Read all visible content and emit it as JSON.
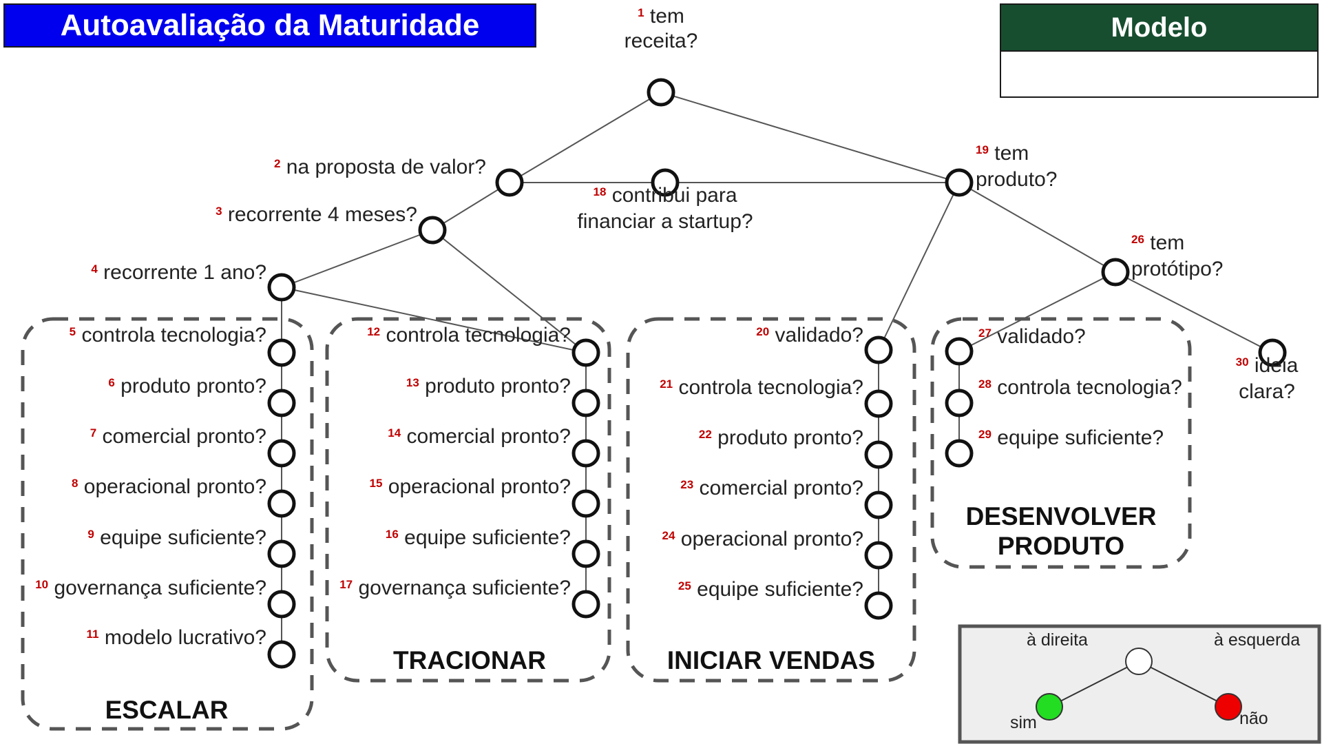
{
  "title": "Autoavaliação da Maturidade",
  "model": {
    "header": "Modelo",
    "value": ""
  },
  "colors": {
    "title_bg": "#0000ee",
    "model_header_bg": "#174e30",
    "number": "#c00000",
    "edge": "#555555",
    "group_border": "#555555",
    "legend_bg": "#eeeeee",
    "yes": "#22dd22",
    "no": "#ee0000"
  },
  "nodes": [
    {
      "id": 1,
      "lines": [
        "tem",
        "receita?"
      ]
    },
    {
      "id": 2,
      "lines": [
        "na proposta de valor?"
      ]
    },
    {
      "id": 3,
      "lines": [
        "recorrente 4 meses?"
      ]
    },
    {
      "id": 4,
      "lines": [
        "recorrente 1 ano?"
      ]
    },
    {
      "id": 5,
      "lines": [
        "controla tecnologia?"
      ]
    },
    {
      "id": 6,
      "lines": [
        "produto pronto?"
      ]
    },
    {
      "id": 7,
      "lines": [
        "comercial pronto?"
      ]
    },
    {
      "id": 8,
      "lines": [
        "operacional pronto?"
      ]
    },
    {
      "id": 9,
      "lines": [
        "equipe suficiente?"
      ]
    },
    {
      "id": 10,
      "lines": [
        "governança suficiente?"
      ]
    },
    {
      "id": 11,
      "lines": [
        "modelo lucrativo?"
      ]
    },
    {
      "id": 12,
      "lines": [
        "controla tecnologia?"
      ]
    },
    {
      "id": 13,
      "lines": [
        "produto pronto?"
      ]
    },
    {
      "id": 14,
      "lines": [
        "comercial pronto?"
      ]
    },
    {
      "id": 15,
      "lines": [
        "operacional pronto?"
      ]
    },
    {
      "id": 16,
      "lines": [
        "equipe suficiente?"
      ]
    },
    {
      "id": 17,
      "lines": [
        "governança suficiente?"
      ]
    },
    {
      "id": 18,
      "lines": [
        "contribui para",
        "financiar a startup?"
      ]
    },
    {
      "id": 19,
      "lines": [
        "tem",
        "produto?"
      ]
    },
    {
      "id": 20,
      "lines": [
        "validado?"
      ]
    },
    {
      "id": 21,
      "lines": [
        "controla tecnologia?"
      ]
    },
    {
      "id": 22,
      "lines": [
        "produto pronto?"
      ]
    },
    {
      "id": 23,
      "lines": [
        "comercial pronto?"
      ]
    },
    {
      "id": 24,
      "lines": [
        "operacional pronto?"
      ]
    },
    {
      "id": 25,
      "lines": [
        "equipe suficiente?"
      ]
    },
    {
      "id": 26,
      "lines": [
        "tem",
        "protótipo?"
      ]
    },
    {
      "id": 27,
      "lines": [
        "validado?"
      ]
    },
    {
      "id": 28,
      "lines": [
        "controla tecnologia?"
      ]
    },
    {
      "id": 29,
      "lines": [
        "equipe suficiente?"
      ]
    },
    {
      "id": 30,
      "lines": [
        "ideia",
        "clara?"
      ]
    }
  ],
  "edges": [
    [
      1,
      2
    ],
    [
      1,
      19
    ],
    [
      2,
      3
    ],
    [
      2,
      19
    ],
    [
      3,
      4
    ],
    [
      3,
      12
    ],
    [
      4,
      5
    ],
    [
      4,
      12
    ],
    [
      5,
      6
    ],
    [
      6,
      7
    ],
    [
      7,
      8
    ],
    [
      8,
      9
    ],
    [
      9,
      10
    ],
    [
      10,
      11
    ],
    [
      12,
      13
    ],
    [
      13,
      14
    ],
    [
      14,
      15
    ],
    [
      15,
      16
    ],
    [
      16,
      17
    ],
    [
      19,
      20
    ],
    [
      19,
      26
    ],
    [
      20,
      21
    ],
    [
      21,
      22
    ],
    [
      22,
      23
    ],
    [
      23,
      24
    ],
    [
      24,
      25
    ],
    [
      26,
      27
    ],
    [
      26,
      30
    ],
    [
      27,
      28
    ],
    [
      28,
      29
    ]
  ],
  "groups": [
    {
      "key": "escalar",
      "lines": [
        "ESCALAR"
      ]
    },
    {
      "key": "tracionar",
      "lines": [
        "TRACIONAR"
      ]
    },
    {
      "key": "iniciar-vendas",
      "lines": [
        "INICIAR VENDAS"
      ]
    },
    {
      "key": "desenvolver-produto",
      "lines": [
        "DESENVOLVER",
        "PRODUTO"
      ]
    }
  ],
  "legend": {
    "right": "à direita",
    "left": "à esquerda",
    "yes": "sim",
    "no": "não"
  }
}
